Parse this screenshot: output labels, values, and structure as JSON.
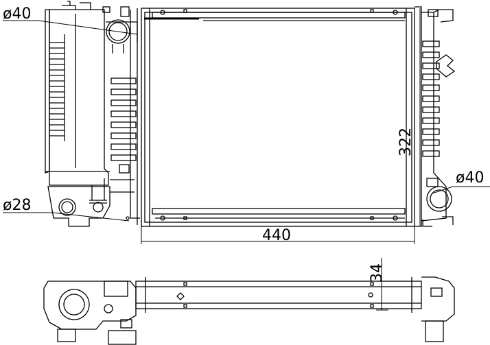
{
  "dimensions": {
    "inlet_diameter": "ø40",
    "outlet_diameter": "ø40",
    "small_port_diameter": "ø28",
    "core_width": "440",
    "core_height": "322",
    "core_thickness": "34"
  },
  "colors": {
    "line": "#000000",
    "background": "#ffffff"
  }
}
